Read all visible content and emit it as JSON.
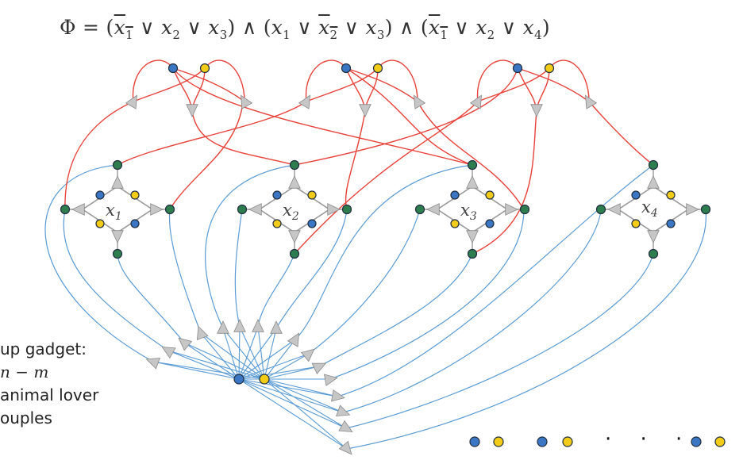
{
  "formula": {
    "lhs": "Φ = ",
    "clauses": [
      {
        "lits": [
          {
            "v": "x",
            "s": "1",
            "neg": true
          },
          {
            "v": "x",
            "s": "2",
            "neg": false
          },
          {
            "v": "x",
            "s": "3",
            "neg": false
          }
        ]
      },
      {
        "lits": [
          {
            "v": "x",
            "s": "1",
            "neg": false
          },
          {
            "v": "x",
            "s": "2",
            "neg": true
          },
          {
            "v": "x",
            "s": "3",
            "neg": false
          }
        ]
      },
      {
        "lits": [
          {
            "v": "x",
            "s": "1",
            "neg": true
          },
          {
            "v": "x",
            "s": "2",
            "neg": false
          },
          {
            "v": "x",
            "s": "4",
            "neg": false
          }
        ]
      }
    ],
    "or": " ∨ ",
    "and": " ∧ "
  },
  "side_text": {
    "line1": "up gadget:",
    "line2": "n − m",
    "line3": "animal lover",
    "line4": "ouples"
  },
  "variables": [
    {
      "name": "x",
      "sub": "1"
    },
    {
      "name": "x",
      "sub": "2"
    },
    {
      "name": "x",
      "sub": "3"
    },
    {
      "name": "x",
      "sub": "4"
    }
  ],
  "colors": {
    "blue_node": "#3a76c4",
    "yellow_node": "#f2cc17",
    "green_node": "#2e7d4f",
    "red_edge": "#e8413a",
    "blue_edge": "#5b9bd5",
    "gadget_edge": "#9a9a9a",
    "triangle": "#c6c6c6"
  },
  "legend_dots": "· · ·"
}
